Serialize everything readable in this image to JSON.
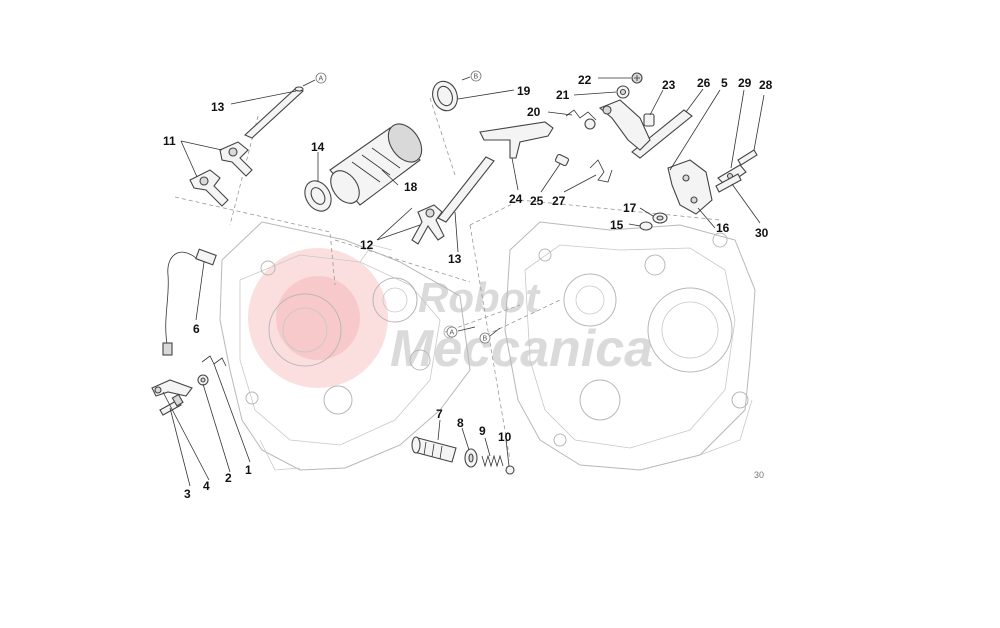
{
  "figure_number": "30",
  "watermark": {
    "line1": "Robot",
    "line2": "Meccanica",
    "color": "#e8353b"
  },
  "reference_tags": [
    "A",
    "B"
  ],
  "callouts": [
    {
      "id": "c13a",
      "label": "13"
    },
    {
      "id": "c11",
      "label": "11"
    },
    {
      "id": "c14",
      "label": "14"
    },
    {
      "id": "c18",
      "label": "18"
    },
    {
      "id": "c19",
      "label": "19"
    },
    {
      "id": "c22",
      "label": "22"
    },
    {
      "id": "c21",
      "label": "21"
    },
    {
      "id": "c20",
      "label": "20"
    },
    {
      "id": "c23",
      "label": "23"
    },
    {
      "id": "c26",
      "label": "26"
    },
    {
      "id": "c5",
      "label": "5"
    },
    {
      "id": "c29",
      "label": "29"
    },
    {
      "id": "c28",
      "label": "28"
    },
    {
      "id": "c24",
      "label": "24"
    },
    {
      "id": "c25",
      "label": "25"
    },
    {
      "id": "c27",
      "label": "27"
    },
    {
      "id": "c17",
      "label": "17"
    },
    {
      "id": "c15",
      "label": "15"
    },
    {
      "id": "c16",
      "label": "16"
    },
    {
      "id": "c30",
      "label": "30"
    },
    {
      "id": "c12",
      "label": "12"
    },
    {
      "id": "c13b",
      "label": "13"
    },
    {
      "id": "c6",
      "label": "6"
    },
    {
      "id": "c7",
      "label": "7"
    },
    {
      "id": "c8",
      "label": "8"
    },
    {
      "id": "c9",
      "label": "9"
    },
    {
      "id": "c10",
      "label": "10"
    },
    {
      "id": "c3",
      "label": "3"
    },
    {
      "id": "c4",
      "label": "4"
    },
    {
      "id": "c2",
      "label": "2"
    },
    {
      "id": "c1",
      "label": "1"
    }
  ]
}
